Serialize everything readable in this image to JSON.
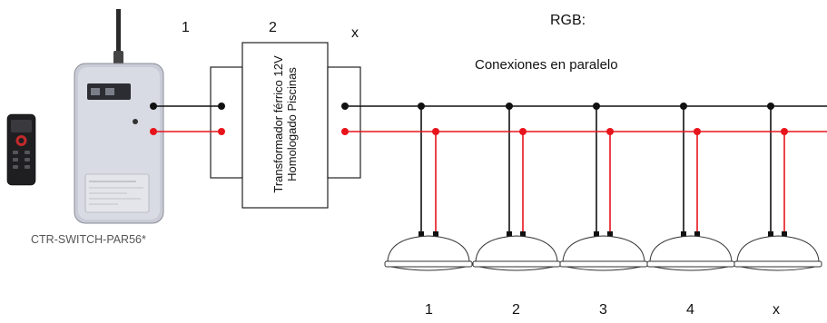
{
  "header": {
    "rgb_label": "RGB:",
    "subtitle": "Conexiones en paralelo"
  },
  "stage_numbers": [
    "1",
    "2",
    "x"
  ],
  "transformer": {
    "line1": "Transformador férrico 12V",
    "line2": "Homologado Piscinas"
  },
  "controller": {
    "model_label": "CTR-SWITCH-PAR56*"
  },
  "lamps": [
    {
      "label": "1"
    },
    {
      "label": "2"
    },
    {
      "label": "3"
    },
    {
      "label": "4"
    },
    {
      "label": "x"
    }
  ],
  "colors": {
    "black_wire": "#111111",
    "red_wire": "#e8141b",
    "controller_body": "#c9ccd6"
  }
}
